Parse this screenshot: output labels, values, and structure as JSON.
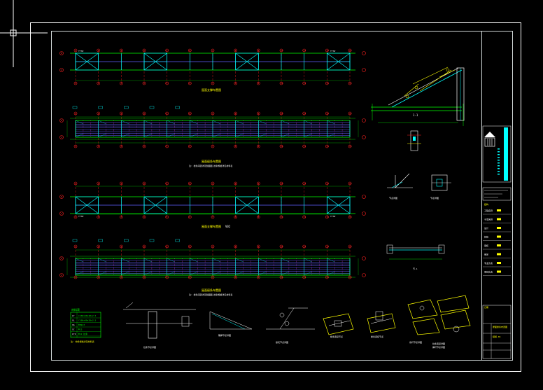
{
  "colors": {
    "background": "#000000",
    "frame": "#ffffff",
    "frame_inner": "#cfd6d6",
    "grid_red": "#ff2020",
    "beam_green": "#00ff00",
    "dim_green": "#00c000",
    "cyan": "#00ffff",
    "blue": "#6060ff",
    "yellow": "#ffff00",
    "magenta": "#ff40ff"
  },
  "cursor": {
    "icon": "crosshair-cursor-icon"
  },
  "plans": {
    "roof_bracing_1": {
      "caption": "屋面支撑布置图",
      "corner_label": "TTTW"
    },
    "purlin_plan_1": {
      "caption": "屋面檩条布置图",
      "note": "注: 檩条间距详见剖面图,檩条规格详见材料表"
    },
    "roof_bracing_2": {
      "caption": "屋面支撑布置图",
      "suffix": "V02",
      "corner_label": "TTTW"
    },
    "purlin_plan_2": {
      "caption": "屋面檩条布置图",
      "note": "注: 檩条间距详见剖面图,檩条规格详见材料表"
    }
  },
  "axes": {
    "numbers": [
      "1",
      "2",
      "3",
      "4",
      "5",
      "6",
      "7",
      "8",
      "9",
      "10",
      "11",
      "12",
      "13"
    ],
    "letters": [
      "A",
      "B"
    ]
  },
  "details": {
    "section_label": "1-1",
    "node_1": "节点详图",
    "node_2": "节点详图",
    "section_2": "节-1",
    "detail_a": "拉条节点详图",
    "detail_b": "隅撑节点详图",
    "detail_c": "檩托节点详图",
    "detail_d": "檩条连接节点",
    "detail_e": "檩条连接节点",
    "detail_f": "系杆节点详图",
    "detail_g": "拉条连接详图",
    "detail_h": "撑杆节点详图"
  },
  "material_table": {
    "title": "材料表",
    "rows": [
      [
        "LT",
        "C160x60x20x2.5"
      ],
      [
        "GL",
        "C160x60x20x2.5"
      ],
      [
        "XG",
        "Φ89x3"
      ],
      [
        "SC",
        "Φ12"
      ],
      [
        "LT2",
        "Φ12 拉条"
      ]
    ],
    "footnote": "注: 构件规格详见材料表"
  },
  "title_block": {
    "logo": "building-logo-icon",
    "rows": [
      "工程名称",
      "子项名称",
      "设计",
      "校核",
      "审核",
      "审定",
      "专业负责",
      "项目负责"
    ],
    "drawing_label": "结构",
    "drawing_name": "屋面檩条布置图",
    "drawing_no": "结施-04",
    "date": "日期"
  }
}
